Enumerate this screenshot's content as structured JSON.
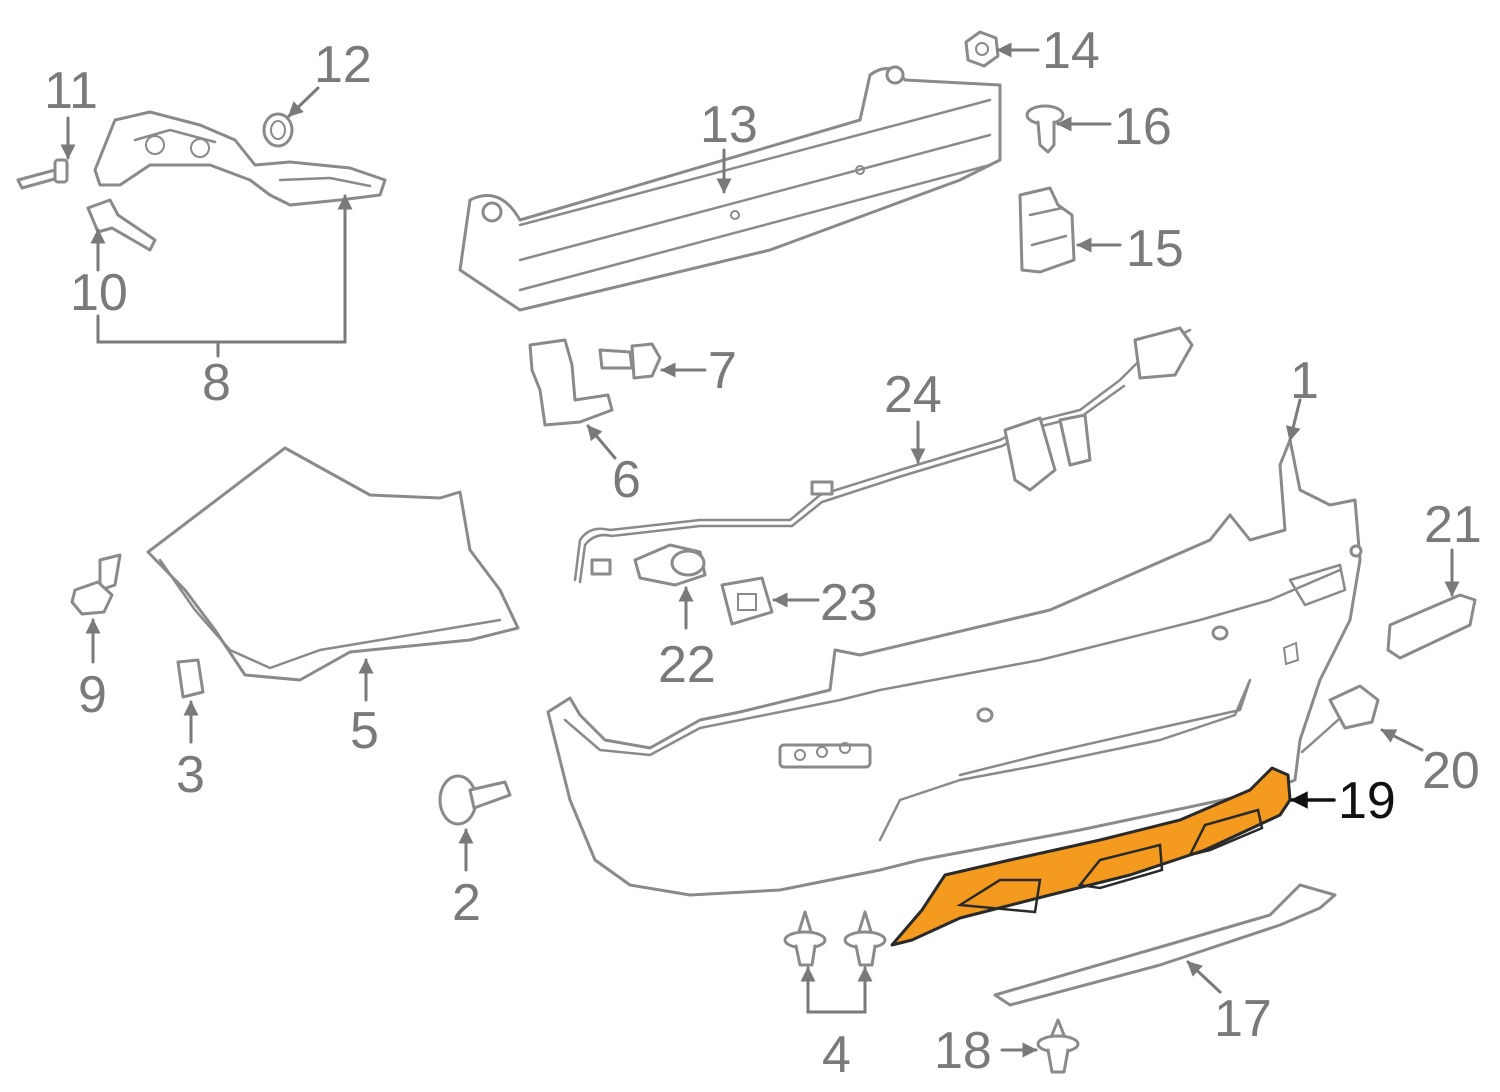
{
  "colors": {
    "part_stroke": "#8a8a8a",
    "label_gray": "#7a7a7a",
    "highlight_fill": "#f39a1f",
    "highlight_stroke": "#2a2a2a",
    "highlight_label": "#111111"
  },
  "highlighted_part": "19",
  "callouts": {
    "c1": "1",
    "c2": "2",
    "c3": "3",
    "c4": "4",
    "c5": "5",
    "c6": "6",
    "c7": "7",
    "c8": "8",
    "c9": "9",
    "c10": "10",
    "c11": "11",
    "c12": "12",
    "c13": "13",
    "c14": "14",
    "c15": "15",
    "c16": "16",
    "c17": "17",
    "c18": "18",
    "c19": "19",
    "c20": "20",
    "c21": "21",
    "c22": "22",
    "c23": "23",
    "c24": "24"
  }
}
